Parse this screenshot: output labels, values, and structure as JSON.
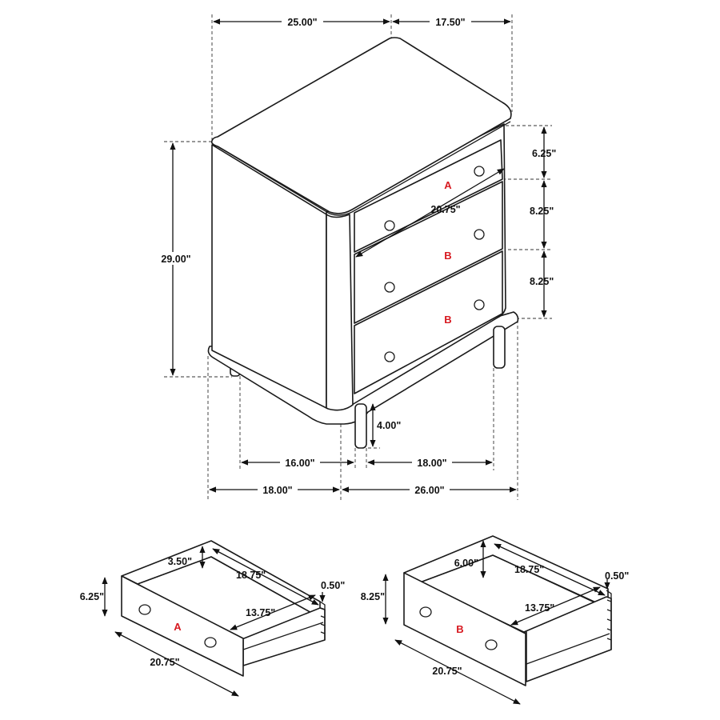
{
  "diagram": {
    "dimensions": {
      "top_width": "25.00\"",
      "top_depth": "17.50\"",
      "height": "29.00\"",
      "drawer_top_height": "6.25\"",
      "drawer_mid_height": "8.25\"",
      "drawer_low_height": "8.25\"",
      "drawer_width": "20.75\"",
      "leg_height": "4.00\"",
      "leg_span_side": "16.00\"",
      "leg_span_front": "18.00\"",
      "base_depth": "18.00\"",
      "base_width": "26.00\""
    },
    "drawer_labels": {
      "a": "A",
      "b1": "B",
      "b2": "B"
    },
    "drawer_a": {
      "label": "A",
      "height": "6.25\"",
      "inner_height": "3.50\"",
      "inner_length": "18.75\"",
      "inner_width": "13.75\"",
      "side": "0.50\"",
      "front_width": "20.75\""
    },
    "drawer_b": {
      "label": "B",
      "height": "8.25\"",
      "inner_height": "6.00\"",
      "inner_length": "18.75\"",
      "inner_width": "13.75\"",
      "side": "0.50\"",
      "front_width": "20.75\""
    },
    "colors": {
      "line": "#1a1a1a",
      "label": "#d71920"
    }
  }
}
